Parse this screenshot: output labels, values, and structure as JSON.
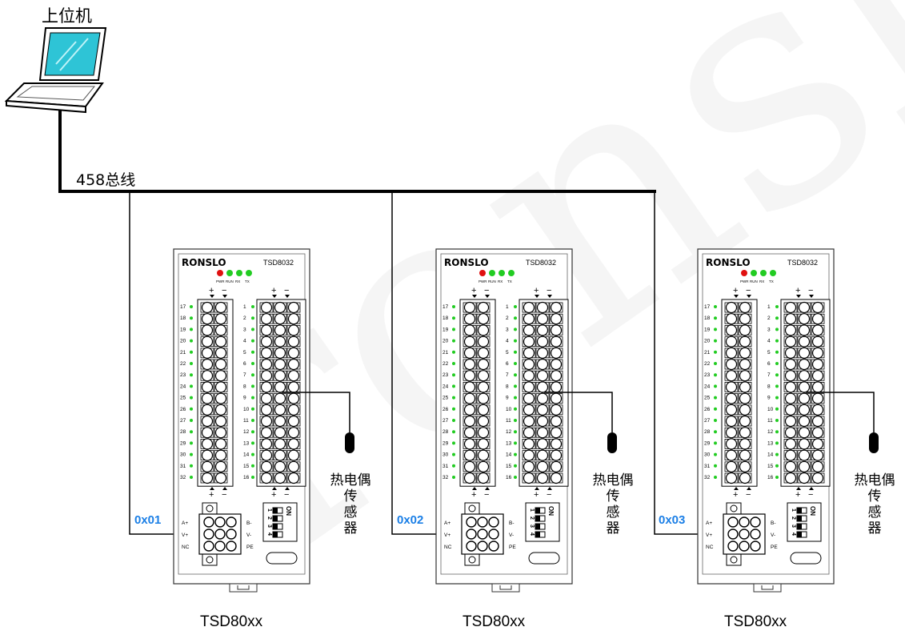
{
  "host": {
    "label": "上位机"
  },
  "bus": {
    "label": "458总线"
  },
  "devices": [
    {
      "brand": "RONSLO",
      "model_on_panel": "TSD8032",
      "address": "0x01",
      "caption": "TSD80xx",
      "sensor_label": "热电偶传感器"
    },
    {
      "brand": "RONSLO",
      "model_on_panel": "TSD8032",
      "address": "0x02",
      "caption": "TSD80xx",
      "sensor_label": "热电偶传感器"
    },
    {
      "brand": "RONSLO",
      "model_on_panel": "TSD8032",
      "address": "0x03",
      "caption": "TSD80xx",
      "sensor_label": "热电偶传感器"
    }
  ],
  "panel": {
    "leds": [
      "PWR",
      "RUN",
      "RX",
      "TX"
    ],
    "led_colors": {
      "pwr": "#e01010",
      "on": "#22cc22"
    },
    "left_channels": [
      "17",
      "18",
      "19",
      "20",
      "21",
      "22",
      "23",
      "24",
      "25",
      "26",
      "27",
      "28",
      "29",
      "30",
      "31",
      "32"
    ],
    "right_channels": [
      "1",
      "2",
      "3",
      "4",
      "5",
      "6",
      "7",
      "8",
      "9",
      "10",
      "11",
      "12",
      "13",
      "14",
      "15",
      "16"
    ],
    "bus_terminals_left": [
      "A+",
      "V+",
      "NC"
    ],
    "bus_terminals_right": [
      "B-",
      "V-",
      "PE"
    ],
    "dip": {
      "on_label": "ON",
      "switches": [
        "1",
        "2",
        "3",
        "4"
      ]
    },
    "plus": "+",
    "minus": "−"
  },
  "watermark": "ronslo",
  "colors": {
    "address": "#1b7fe6",
    "line": "#000000",
    "panel_border": "#333333"
  }
}
